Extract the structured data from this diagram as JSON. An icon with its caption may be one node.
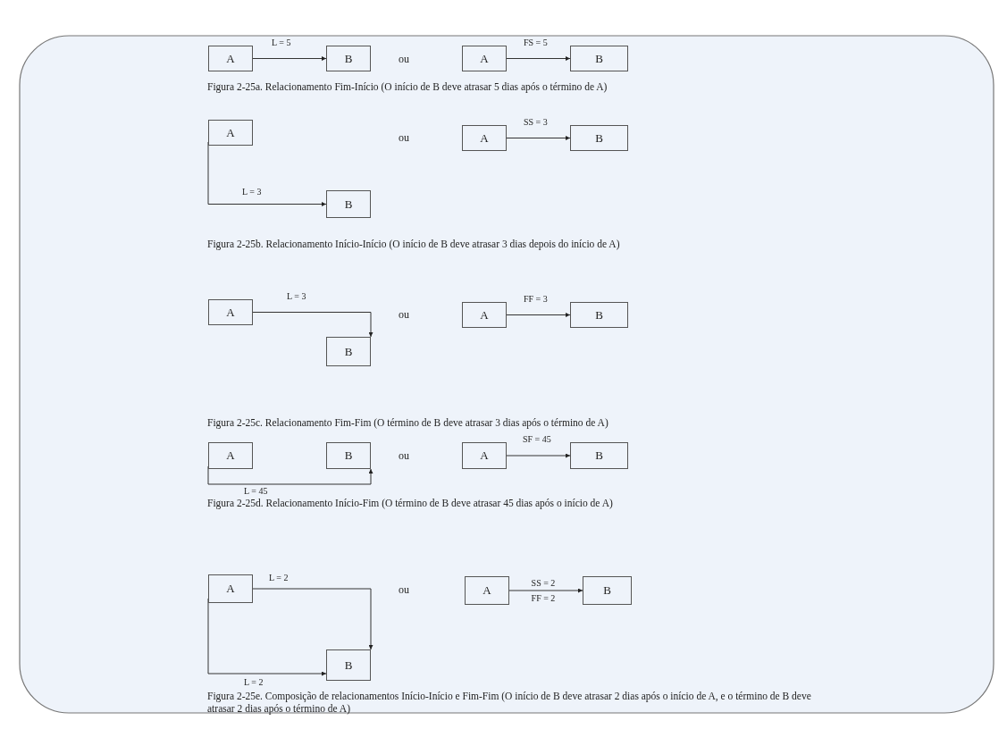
{
  "diagram": {
    "nodes": [
      {
        "text": [
          "A"
        ]
      },
      {
        "text": [
          "B"
        ]
      },
      {
        "text": [
          "A"
        ]
      },
      {
        "text": [
          "B"
        ]
      },
      {
        "text": [
          "A"
        ]
      },
      {
        "text": [
          "B"
        ]
      },
      {
        "text": [
          "A"
        ]
      },
      {
        "text": [
          "B"
        ]
      },
      {
        "text": [
          "A"
        ]
      },
      {
        "text": [
          "B"
        ]
      },
      {
        "text": [
          "A"
        ]
      },
      {
        "text": [
          "B"
        ]
      },
      {
        "text": [
          "A"
        ]
      },
      {
        "text": [
          "B"
        ]
      },
      {
        "text": [
          "A"
        ]
      },
      {
        "text": [
          "B"
        ]
      },
      {
        "text": [
          "A"
        ]
      },
      {
        "text": [
          "B"
        ]
      },
      {
        "text": [
          "A"
        ]
      },
      {
        "text": [
          "B"
        ]
      }
    ],
    "edges": [
      {
        "from": 0,
        "to": 1,
        "arrow": "to",
        "label": "L = 5"
      },
      {
        "from": 2,
        "to": 3,
        "arrow": "to",
        "label": "FS = 5"
      },
      {
        "from": 4,
        "to": 5,
        "arrow": "to",
        "label": "L = 3"
      },
      {
        "from": 6,
        "to": 7,
        "arrow": "to",
        "label": "SS = 3"
      },
      {
        "from": 8,
        "to": 9,
        "arrow": "to",
        "label": "L = 3"
      },
      {
        "from": 10,
        "to": 11,
        "arrow": "to",
        "label": "FF = 3"
      },
      {
        "from": 12,
        "to": 13,
        "arrow": "to",
        "label": "L = 45"
      },
      {
        "from": 14,
        "to": 15,
        "arrow": "to",
        "label": "SF = 45"
      },
      {
        "from": 16,
        "to": 17,
        "arrow": "to",
        "label": "L = 2"
      },
      {
        "from": 16,
        "to": 17,
        "arrow": "to",
        "label": "L = 2"
      },
      {
        "from": 18,
        "to": 19,
        "arrow": "to",
        "label": "SS = 2 FF = 2"
      }
    ],
    "labels": [
      "ou",
      "Figura 2-25a. Relacionamento Fim-Início (O início de B deve atrasar 5 dias após o término de A)",
      "ou",
      "Figura 2-25b. Relacionamento Início-Início (O início de B deve atrasar 3 dias depois do início de A)",
      "ou",
      "Figura 2-25c. Relacionamento Fim-Fim (O término de B deve atrasar 3 dias após o término de A)",
      "ou",
      "Figura 2-25d. Relacionamento Início-Fim (O término de B deve atrasar 45 dias após o início de A)",
      "ou",
      "Figura 2-25e. Composição de relacionamentos Início-Início e Fim-Fim (O início de B deve atrasar 2 dias após o início de A, e o término de B deve atrasar 2 dias após o término de A)"
    ]
  }
}
